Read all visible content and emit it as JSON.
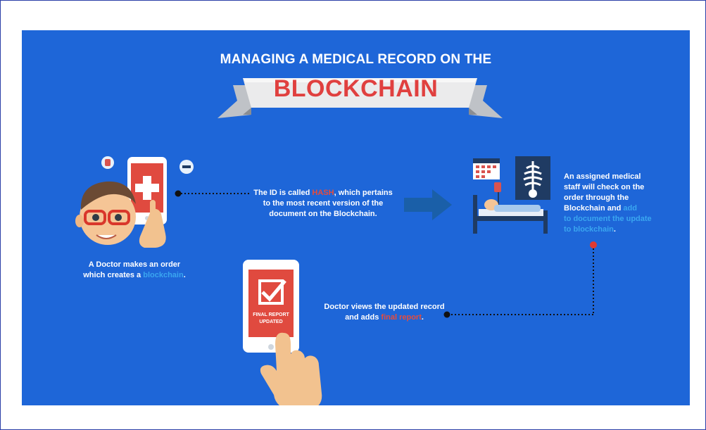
{
  "title": {
    "top_line": "MANAGING A MEDICAL RECORD ON THE",
    "banner": "BLOCKCHAIN"
  },
  "steps": {
    "doctor_order": {
      "text_before": "A Doctor makes an order",
      "text_line2_before": "which creates a ",
      "highlight": "blockchain",
      "text_after": "."
    },
    "hash": {
      "line1_before": "The ID is called ",
      "highlight": "HASH",
      "line1_after": ", which pertains",
      "line2": "to the most recent version of the",
      "line3": "document on the Blockchain."
    },
    "staff": {
      "line1": "An assigned medical",
      "line2": "staff will check on the",
      "line3": "order through the",
      "line4_before": "Blockchain and ",
      "line4_highlight": "add",
      "line5_highlight": "to document the update",
      "line6_highlight": "to blockchain",
      "line6_after": "."
    },
    "final": {
      "line1": "Doctor views the updated record",
      "line2_before": "and adds ",
      "highlight": "final report",
      "line2_after": "."
    }
  },
  "phone_final": {
    "line1": "FINAL REPORT",
    "line2": "UPDATED"
  },
  "colors": {
    "background": "#1e66d8",
    "accent_red": "#e74c3c",
    "accent_blue": "#3aa6f0",
    "ribbon": "#e9e9ea"
  }
}
